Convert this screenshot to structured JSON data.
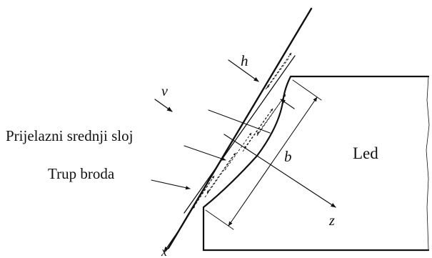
{
  "labels": {
    "layer": "Prijelazni srednji sloj",
    "hull": "Trup broda",
    "ice": "Led",
    "velocity": "v",
    "thickness": "h",
    "width": "b",
    "axis_x": "x",
    "axis_z": "z"
  }
}
